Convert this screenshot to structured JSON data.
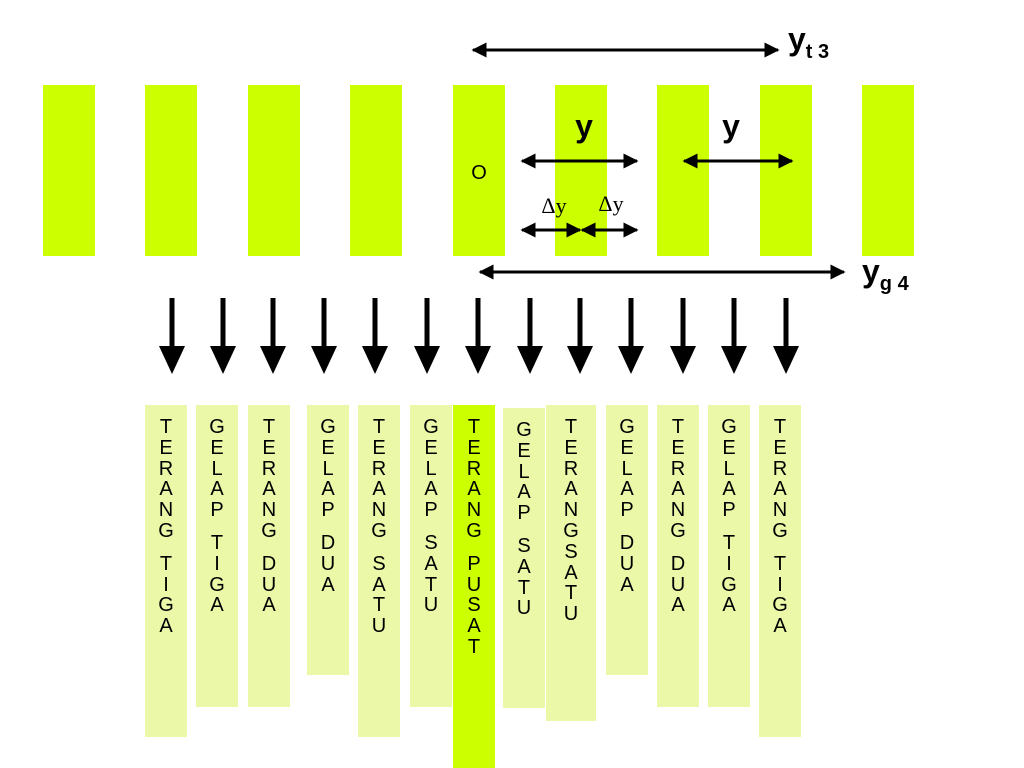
{
  "slit_color": "#ccff00",
  "fringe_color": "#eaf8a8",
  "central_fringe_color": "#ccff00",
  "labels": {
    "yt3_main": "y",
    "yt3_sub": "t 3",
    "yg4_main": "y",
    "yg4_sub": "g 4",
    "y_left": "y",
    "y_right": "y",
    "origin": "O",
    "delta_y_left": "Δy",
    "delta_y_right": "Δy"
  },
  "fringes": [
    {
      "name": "TERANG TIGA",
      "letters": [
        "T",
        "E",
        "R",
        "A",
        "N",
        "G",
        "",
        "T",
        "I",
        "G",
        "A"
      ]
    },
    {
      "name": "GELAP TIGA",
      "letters": [
        "G",
        "E",
        "L",
        "A",
        "P",
        "",
        "T",
        "I",
        "G",
        "A"
      ]
    },
    {
      "name": "TERANG DUA",
      "letters": [
        "T",
        "E",
        "R",
        "A",
        "N",
        "G",
        "",
        "D",
        "U",
        "A"
      ]
    },
    {
      "name": "GELAP DUA",
      "letters": [
        "G",
        "E",
        "L",
        "A",
        "P",
        "",
        "D",
        "U",
        "A"
      ]
    },
    {
      "name": "TERANG SATU",
      "letters": [
        "T",
        "E",
        "R",
        "A",
        "N",
        "G",
        "",
        "S",
        "A",
        "T",
        "U"
      ]
    },
    {
      "name": "GELAP SATU",
      "letters": [
        "G",
        "E",
        "L",
        "A",
        "P",
        "",
        "S",
        "A",
        "T",
        "U"
      ]
    },
    {
      "name": "TERANG PUSAT",
      "letters": [
        "T",
        "E",
        "R",
        "A",
        "N",
        "G",
        "",
        "P",
        "U",
        "S",
        "A",
        "T"
      ],
      "center": true
    },
    {
      "name": "GELAP SATU",
      "letters": [
        "G",
        "E",
        "L",
        "A",
        "P",
        "",
        "S",
        "A",
        "T",
        "U"
      ]
    },
    {
      "name": "TERANGSATU",
      "letters": [
        "T",
        "E",
        "R",
        "A",
        "N",
        "G",
        "S",
        "A",
        "T",
        "U"
      ]
    },
    {
      "name": "GELAP DUA",
      "letters": [
        "G",
        "E",
        "L",
        "A",
        "P",
        "",
        "D",
        "U",
        "A"
      ]
    },
    {
      "name": "TERANG DUA",
      "letters": [
        "T",
        "E",
        "R",
        "A",
        "N",
        "G",
        "",
        "D",
        "U",
        "A"
      ]
    },
    {
      "name": "GELAP TIGA",
      "letters": [
        "G",
        "E",
        "L",
        "A",
        "P",
        "",
        "T",
        "I",
        "G",
        "A"
      ]
    },
    {
      "name": "TERANG TIGA",
      "letters": [
        "T",
        "E",
        "R",
        "A",
        "N",
        "G",
        "",
        "T",
        "I",
        "G",
        "A"
      ]
    }
  ]
}
